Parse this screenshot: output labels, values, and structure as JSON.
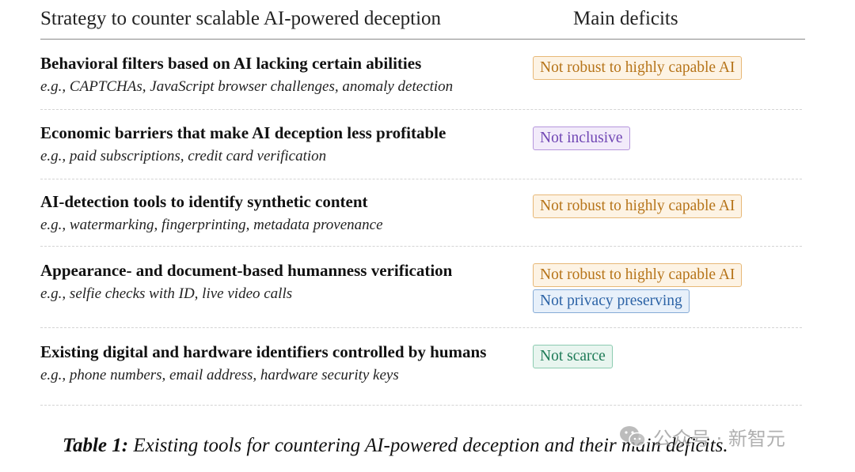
{
  "table": {
    "header": {
      "strategy": "Strategy to counter scalable AI-powered deception",
      "deficits": "Main deficits"
    },
    "rows": [
      {
        "title": "Behavioral filters based on AI lacking certain abilities",
        "example": "e.g., CAPTCHAs, JavaScript browser challenges, anomaly detection",
        "deficits": [
          {
            "label": "Not robust to highly capable AI",
            "color": "#b67419"
          }
        ]
      },
      {
        "title": "Economic barriers that make AI deception less profitable",
        "example": "e.g., paid subscriptions, credit card verification",
        "deficits": [
          {
            "label": "Not inclusive",
            "color": "#7046b4"
          }
        ]
      },
      {
        "title": "AI-detection tools to identify synthetic content",
        "example": "e.g., watermarking, fingerprinting, metadata provenance",
        "deficits": [
          {
            "label": "Not robust to highly capable AI",
            "color": "#b67419"
          }
        ]
      },
      {
        "title": "Appearance- and document-based humanness verification",
        "example": "e.g., selfie checks with ID, live video calls",
        "deficits": [
          {
            "label": "Not robust to highly capable AI",
            "color": "#b67419"
          },
          {
            "label": "Not privacy preserving",
            "color": "#2c63a6"
          }
        ]
      },
      {
        "title": "Existing digital and hardware identifiers controlled by humans",
        "example": "e.g., phone numbers, email address, hardware security keys",
        "deficits": [
          {
            "label": "Not scarce",
            "color": "#1e7b57"
          }
        ]
      }
    ]
  },
  "caption": {
    "label": "Table 1:",
    "text": "Existing tools for countering AI-powered deception and their main deficits."
  },
  "watermark": {
    "text": "公众号 · 新智元",
    "icon": "wechat-icon"
  }
}
